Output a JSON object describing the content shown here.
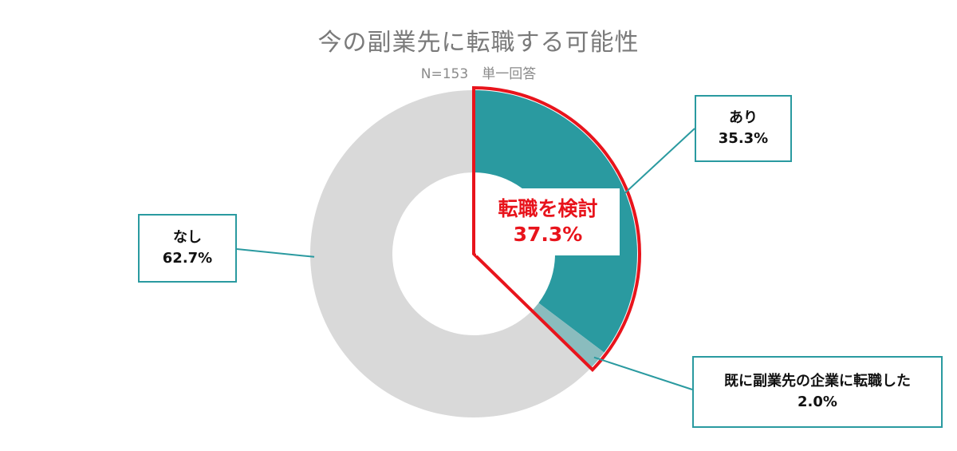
{
  "header": {
    "title": "今の副業先に転職する可能性",
    "subtitle": "N=153　単一回答"
  },
  "chart_data": {
    "type": "pie",
    "subtype": "donut",
    "categories": [
      "あり",
      "既に副業先の企業に転職した",
      "なし"
    ],
    "values": [
      35.3,
      2.0,
      62.7
    ],
    "value_labels": [
      "35.3%",
      "2.0%",
      "62.7%"
    ],
    "colors": [
      "#2a9aa0",
      "#8abcbe",
      "#d9d9d9"
    ],
    "highlight": {
      "label": "転職を検討",
      "value": 37.3,
      "value_label": "37.3%",
      "covers": [
        "あり",
        "既に副業先の企業に転職した"
      ],
      "color": "#e8141c"
    },
    "connector_color": "#2a9aa0"
  }
}
